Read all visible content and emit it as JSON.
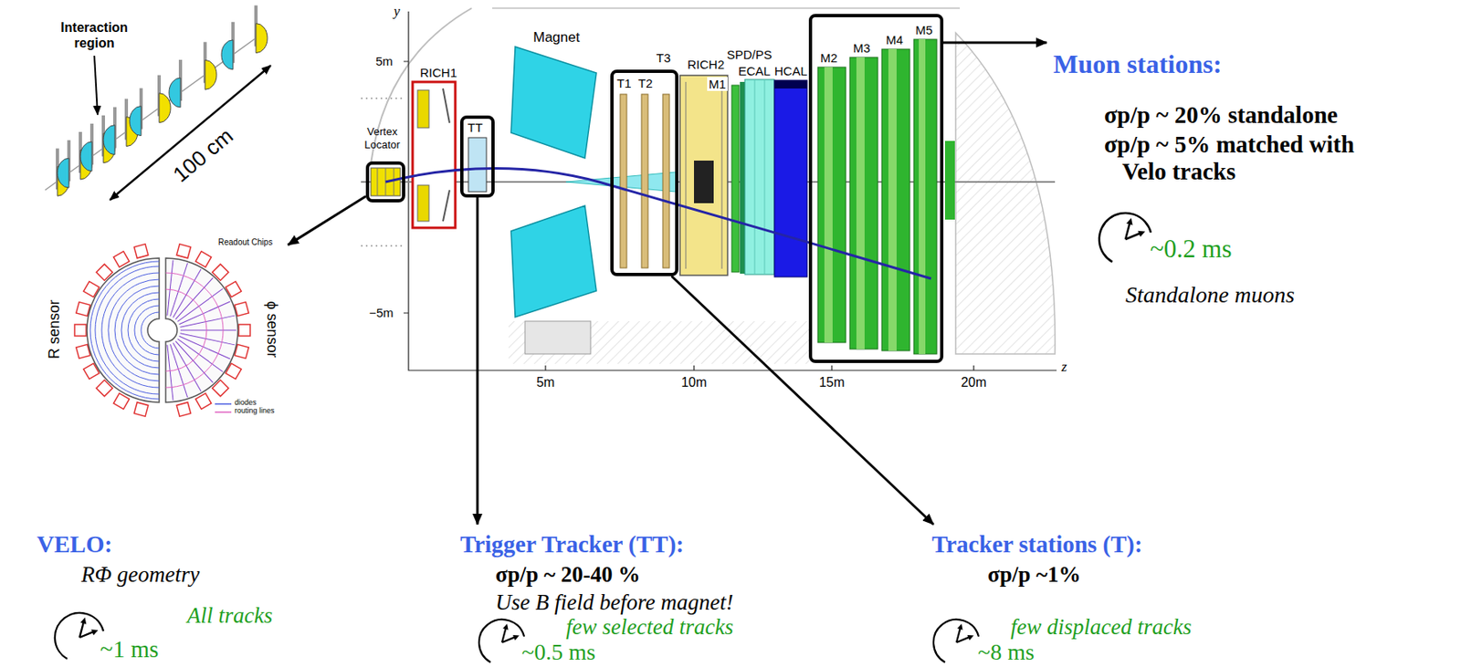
{
  "diagram": {
    "nodes": [
      {
        "text": [
          "Vertex Locator"
        ]
      },
      {
        "text": [
          "TT"
        ]
      },
      {
        "text": [
          "T1",
          "T2",
          "T3"
        ]
      },
      {
        "text": [
          "M2",
          "M3",
          "M4",
          "M5"
        ]
      },
      {
        "text": [
          "R sensor",
          "ϕ sensor",
          "Readout Chips"
        ]
      },
      {
        "text": [
          "VELO:",
          "RΦ geometry",
          "All tracks",
          "~1 ms"
        ]
      },
      {
        "text": [
          "Trigger Tracker (TT):",
          "σp/p ~ 20-40 %",
          "Use B field before magnet!",
          "few selected tracks",
          "~0.5 ms"
        ]
      },
      {
        "text": [
          "Tracker stations (T):",
          "σp/p ~1%",
          "few displaced tracks",
          "~8 ms"
        ]
      },
      {
        "text": [
          "Muon stations:",
          "σp/p ~ 20% standalone",
          "σp/p ~ 5% matched with Velo tracks",
          "~0.2 ms",
          "Standalone muons"
        ]
      }
    ],
    "edges": [
      {
        "from": 0,
        "to": 4,
        "arrow": "to"
      },
      {
        "from": 1,
        "to": 6,
        "arrow": "to"
      },
      {
        "from": 2,
        "to": 7,
        "arrow": "to"
      },
      {
        "from": 3,
        "to": 8,
        "arrow": "to"
      }
    ],
    "labels": [
      "Interaction region",
      "100 cm",
      "y",
      "5m",
      "−5m",
      "Magnet",
      "RICH1",
      "RICH2",
      "SPD/PS",
      "ECAL",
      "HCAL",
      "M1",
      "5m",
      "10m",
      "15m",
      "20m",
      "z"
    ],
    "legend": [
      {
        "text": "diodes"
      },
      {
        "text": "routing lines"
      }
    ]
  }
}
